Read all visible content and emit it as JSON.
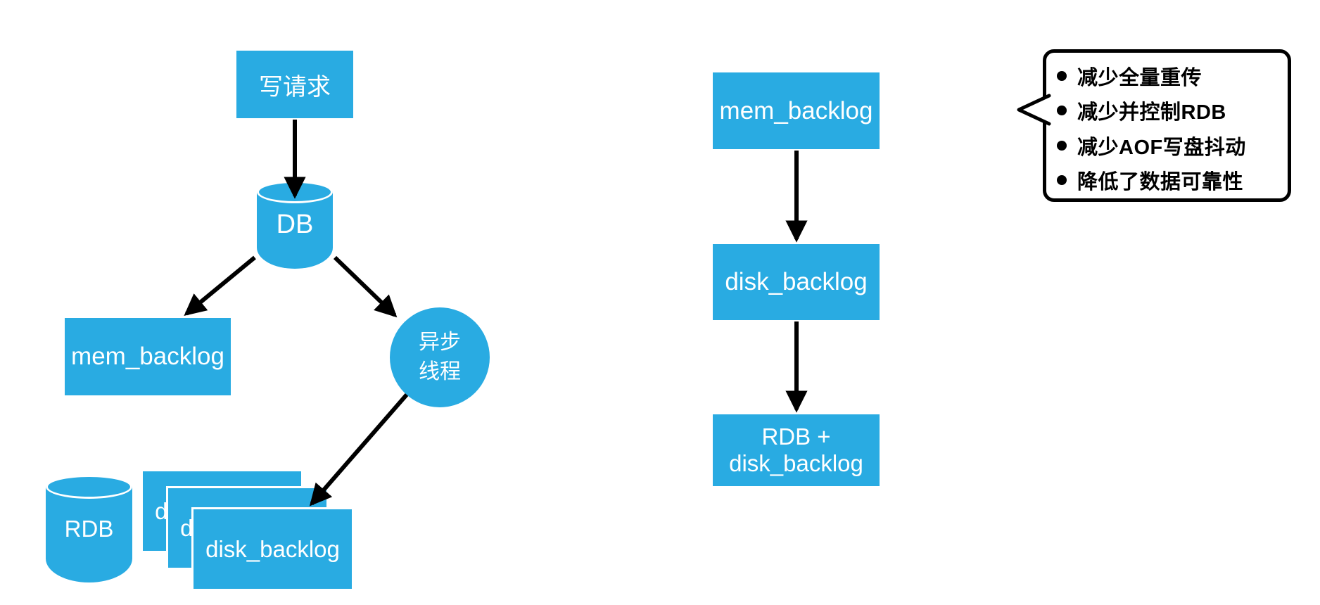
{
  "palette": {
    "node_fill": "#29ABE2",
    "node_text": "#FFFFFF",
    "arrow": "#000000",
    "callout_bg": "#FFFFFF",
    "callout_border": "#000000",
    "callout_text": "#000000"
  },
  "left_flow": {
    "write_request_label": "写请求",
    "db_label": "DB",
    "mem_backlog_label": "mem_backlog",
    "async_thread_line1": "异步",
    "async_thread_line2": "线程",
    "rdb_label": "RDB",
    "disk_backlog_label": "disk_backlog"
  },
  "right_flow": {
    "mem_backlog_label": "mem_backlog",
    "disk_backlog_label": "disk_backlog",
    "rdb_disk_line1": "RDB +",
    "rdb_disk_line2": "disk_backlog"
  },
  "callout": {
    "bullets": [
      {
        "text": "减少全量重传"
      },
      {
        "text": "减少并控制RDB"
      },
      {
        "text": "减少AOF写盘抖动"
      },
      {
        "text": "降低了数据可靠性"
      }
    ]
  }
}
